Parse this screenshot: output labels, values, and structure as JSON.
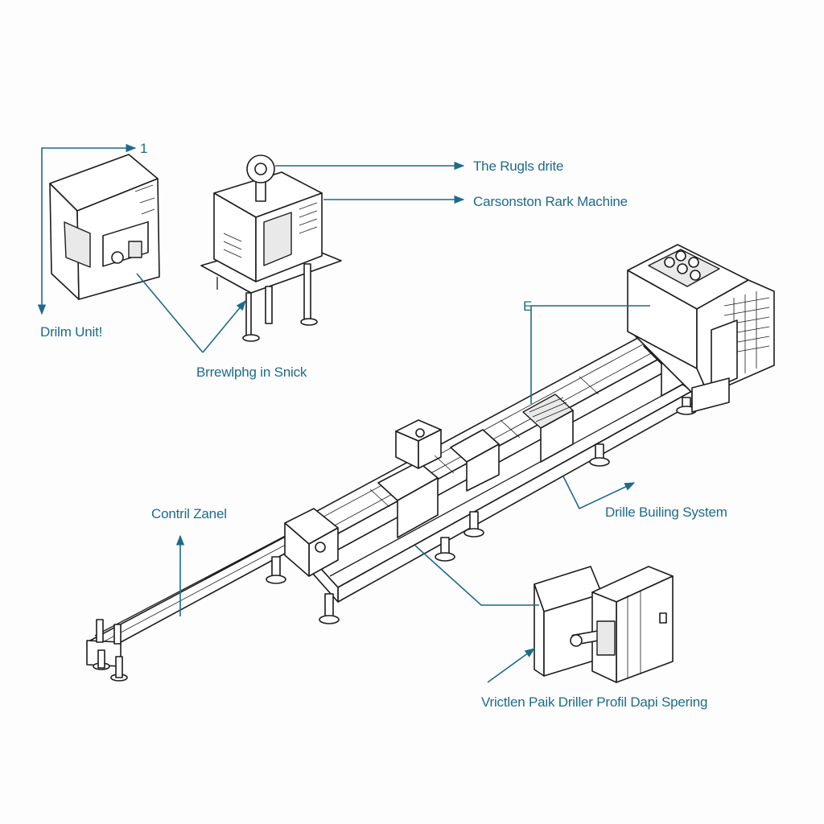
{
  "colors": {
    "leader_line": "#1d6b8a",
    "label_text": "#1d6b8a",
    "ink": "#1c1c1c",
    "background": "#fdfdfd"
  },
  "labels": {
    "marker_1": "1",
    "drilm_unit": "Drilm Unit!",
    "breweping": "Brrewlphg in Snick",
    "rugls_drite": "The Rugls drite",
    "carsonston": "Carsonston Rark Machine",
    "marker_e": "E",
    "control_panel": "Contril Zanel",
    "drille_builing": "Drille Builing System",
    "vrictlen": "Vrictlen Paik Driller Profil Dapi Spering"
  }
}
